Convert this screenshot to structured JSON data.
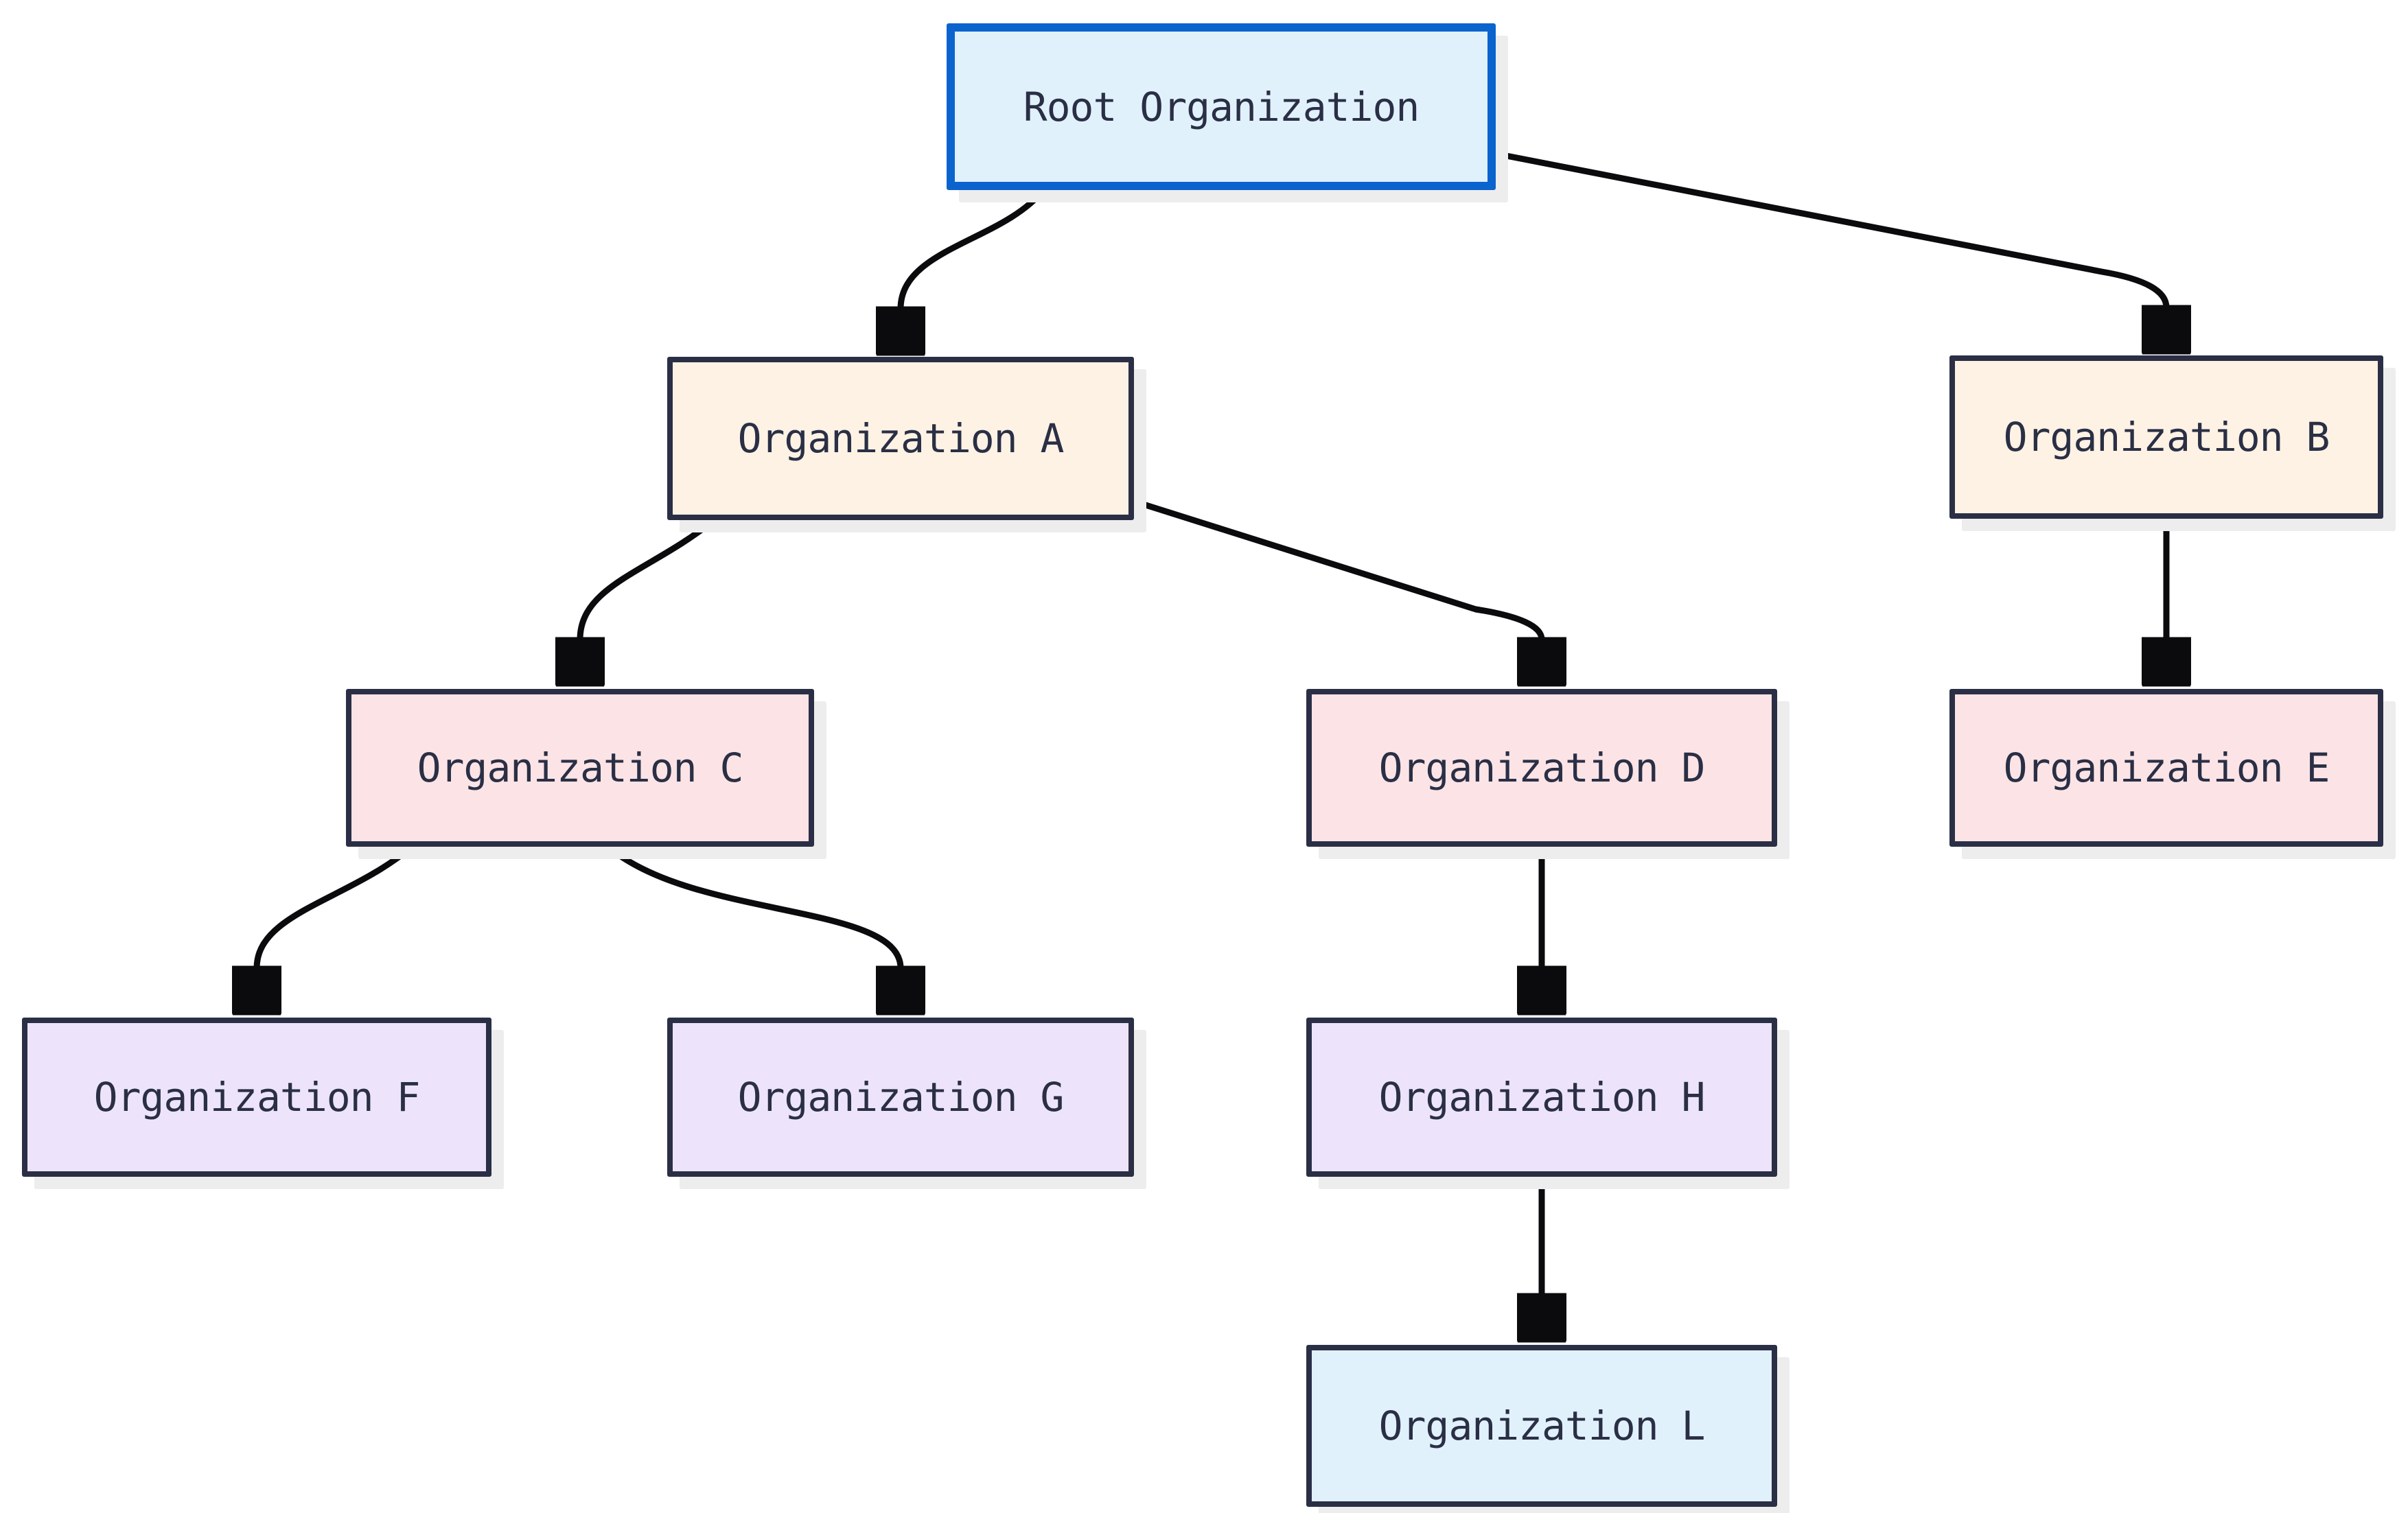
{
  "diagram": {
    "type": "org-tree-flowchart",
    "background_color": "#FFFFFF",
    "edge_color": "#0B0B0E",
    "shadow_color": "#EDEDED",
    "text_color": "#2A2F45",
    "nodes": [
      {
        "id": "root",
        "label": "Root Organization",
        "fill": "#E0F1FB",
        "border_color": "#0B63CE",
        "level": 0
      },
      {
        "id": "A",
        "label": "Organization A",
        "fill": "#FDF2E4",
        "border_color": "#2A2F45",
        "level": 1
      },
      {
        "id": "B",
        "label": "Organization B",
        "fill": "#FDF2E4",
        "border_color": "#2A2F45",
        "level": 1
      },
      {
        "id": "C",
        "label": "Organization C",
        "fill": "#FCE4E6",
        "border_color": "#2A2F45",
        "level": 2
      },
      {
        "id": "D",
        "label": "Organization D",
        "fill": "#FCE4E6",
        "border_color": "#2A2F45",
        "level": 2
      },
      {
        "id": "E",
        "label": "Organization E",
        "fill": "#FCE4E6",
        "border_color": "#2A2F45",
        "level": 2
      },
      {
        "id": "F",
        "label": "Organization F",
        "fill": "#EDE4FB",
        "border_color": "#2A2F45",
        "level": 3
      },
      {
        "id": "G",
        "label": "Organization G",
        "fill": "#EDE4FB",
        "border_color": "#2A2F45",
        "level": 3
      },
      {
        "id": "H",
        "label": "Organization H",
        "fill": "#EDE4FB",
        "border_color": "#2A2F45",
        "level": 3
      },
      {
        "id": "L",
        "label": "Organization L",
        "fill": "#E0F1FB",
        "border_color": "#2A2F45",
        "level": 4
      }
    ],
    "edges": [
      {
        "from": "Root Organization",
        "to": "Organization A"
      },
      {
        "from": "Root Organization",
        "to": "Organization B"
      },
      {
        "from": "Organization A",
        "to": "Organization C"
      },
      {
        "from": "Organization A",
        "to": "Organization D"
      },
      {
        "from": "Organization B",
        "to": "Organization E"
      },
      {
        "from": "Organization C",
        "to": "Organization F"
      },
      {
        "from": "Organization C",
        "to": "Organization G"
      },
      {
        "from": "Organization D",
        "to": "Organization H"
      },
      {
        "from": "Organization H",
        "to": "Organization L"
      }
    ]
  }
}
